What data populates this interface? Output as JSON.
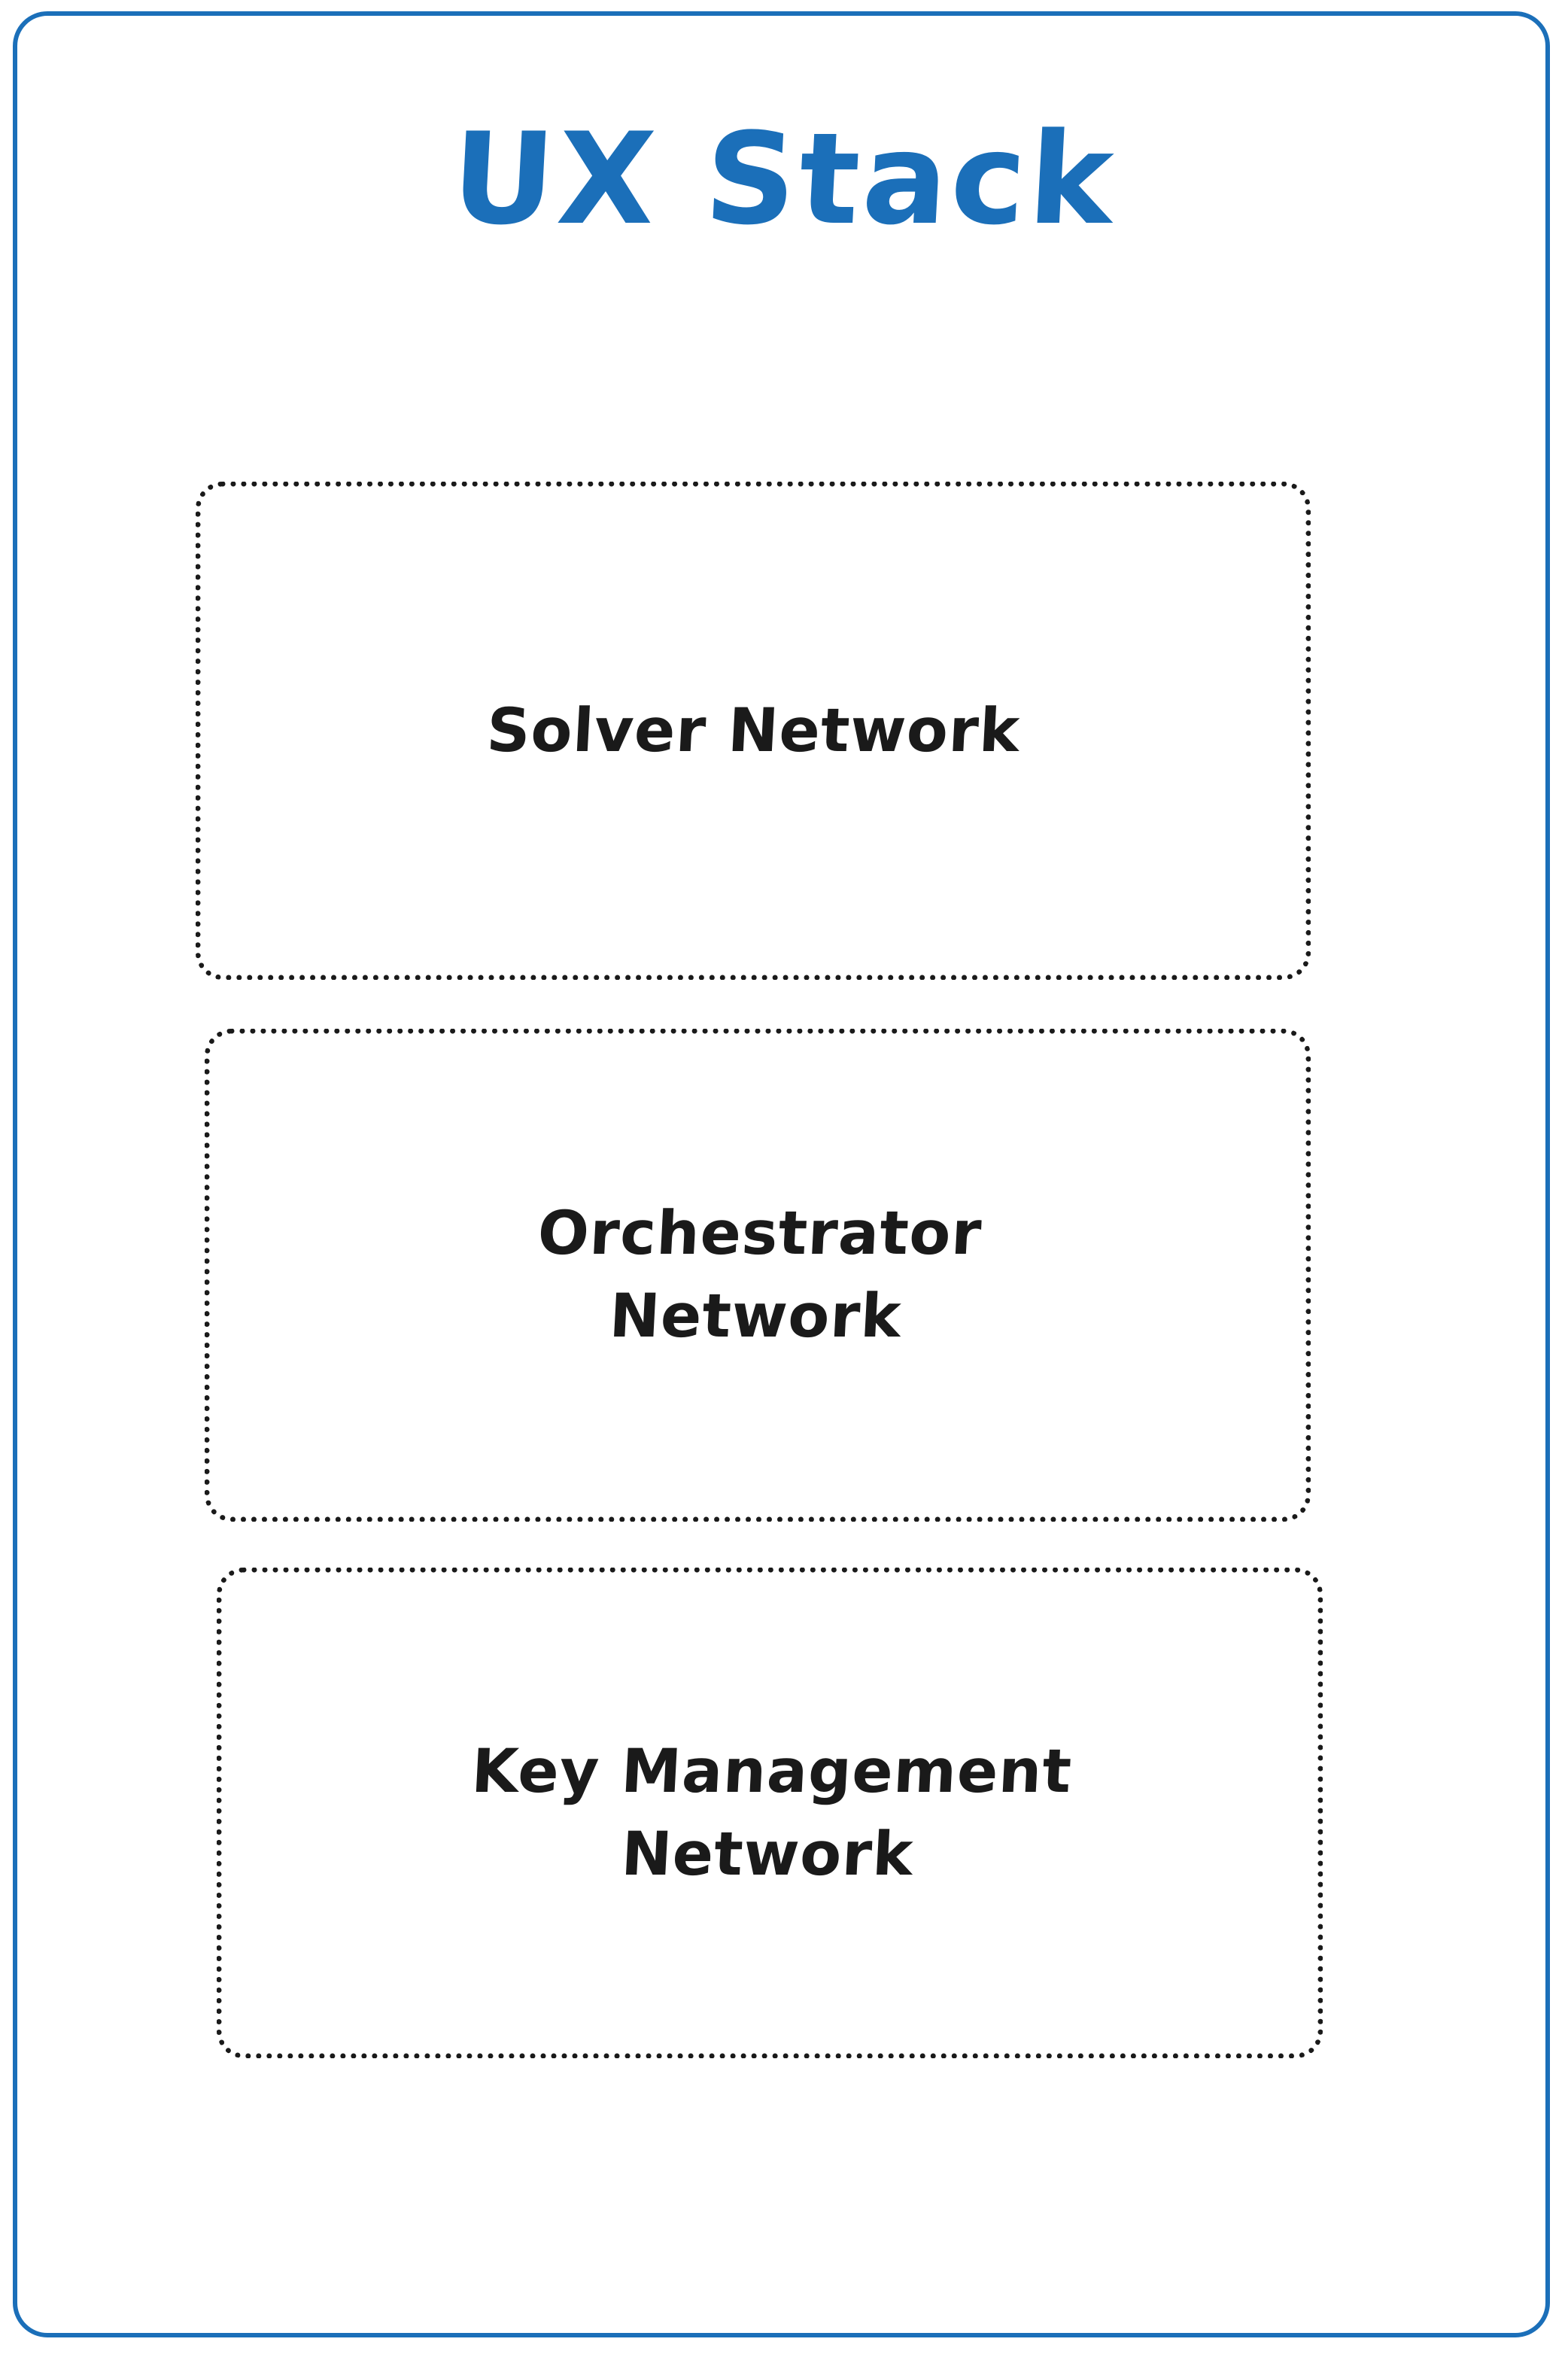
{
  "diagram": {
    "title": "UX Stack",
    "accent_color": "#1b6fb9",
    "frame_color": "#1b6fb9",
    "text_color": "#1a1a1a",
    "background_color": "#ffffff",
    "layers": [
      {
        "id": "solver-network",
        "label": "Solver Network",
        "line1": "Solver Network",
        "line2": "",
        "border_style": "dotted",
        "border_color": "#1a1a1a"
      },
      {
        "id": "orchestrator-network",
        "label": "Orchestrator Network",
        "line1": "Orchestrator",
        "line2": "Network",
        "border_style": "dotted",
        "border_color": "#1a1a1a"
      },
      {
        "id": "key-management-network",
        "label": "Key Management Network",
        "line1": "Key Management",
        "line2": "Network",
        "border_style": "dotted",
        "border_color": "#1a1a1a"
      }
    ]
  }
}
